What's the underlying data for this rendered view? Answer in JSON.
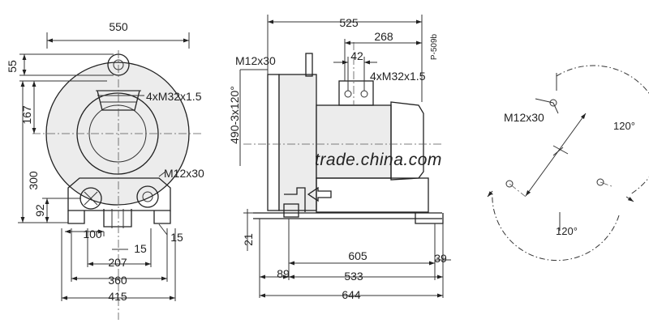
{
  "drawing_code": "P-509b",
  "watermark": "trade.china.com",
  "front_view": {
    "dim_width_overall": "550",
    "dim_eye_height": "55",
    "dim_upper_height": "167",
    "dim_lower_height": "300",
    "dim_foot_height": "92",
    "dim_foot_spacing": "100",
    "dim_hole_offset": "15",
    "dim_hole_offset_right": "15",
    "dim_mount_207": "207",
    "dim_mount_360": "360",
    "dim_base_width": "415",
    "label_top_port": "4xM32x1.5",
    "label_side_thread": "M12x30"
  },
  "side_view": {
    "dim_length_525": "525",
    "dim_length_268": "268",
    "dim_length_42": "42",
    "label_port_thread": "4xM32x1.5",
    "label_bolt": "M12x30",
    "dim_bolt_circle": "490-3x120°",
    "dim_base_height": "21",
    "dim_base_605": "605",
    "dim_base_89": "89",
    "dim_base_533": "533",
    "dim_base_39": "39",
    "dim_base_644": "644"
  },
  "flange_view": {
    "label_bolt": "M12x30",
    "angle_top": "120°",
    "angle_bottom": "120°"
  }
}
